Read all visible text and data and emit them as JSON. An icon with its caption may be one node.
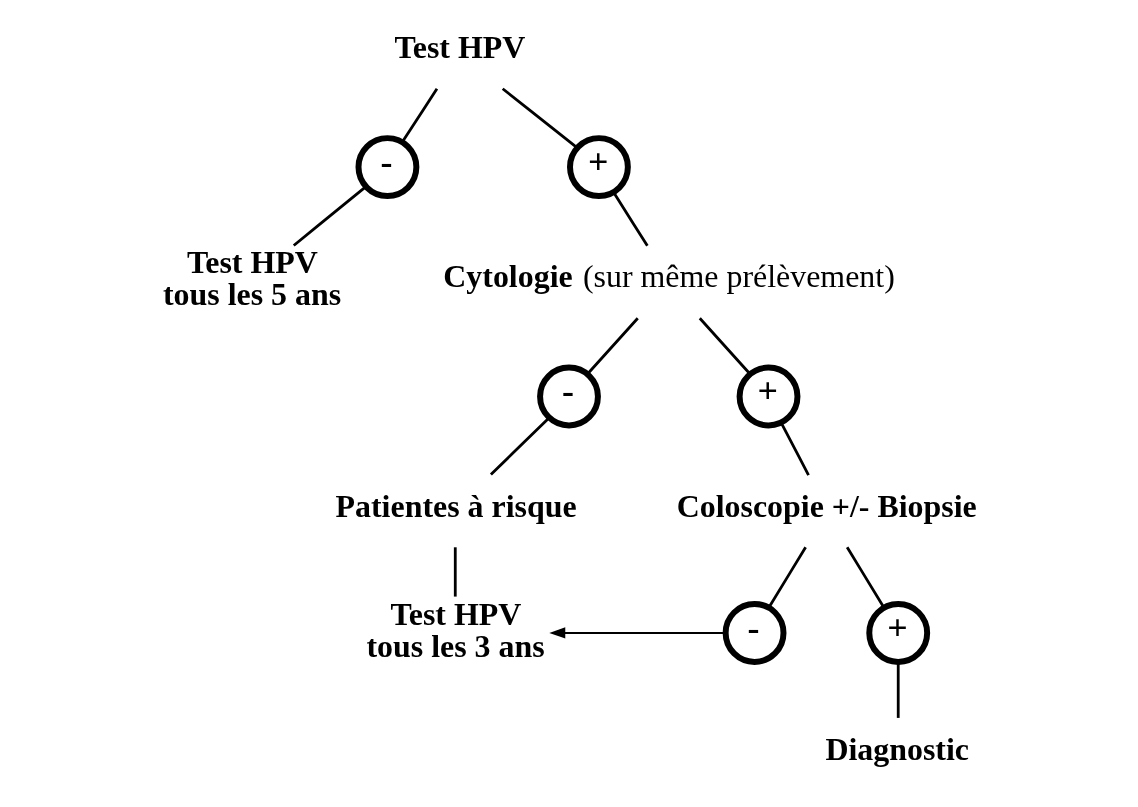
{
  "diagram": {
    "nodes": [
      {
        "text": [
          "Test HPV"
        ]
      },
      {
        "text": [
          "-"
        ]
      },
      {
        "text": [
          "+"
        ]
      },
      {
        "text": [
          "Test HPV tous les 5 ans"
        ]
      },
      {
        "text": [
          "**Cytologie** (sur même prélèvement)"
        ]
      },
      {
        "text": [
          "-"
        ]
      },
      {
        "text": [
          "+"
        ]
      },
      {
        "text": [
          "Patientes à risque"
        ]
      },
      {
        "text": [
          "Coloscopie +/- Biopsie"
        ]
      },
      {
        "text": [
          "Test HPV tous les 3 ans"
        ]
      },
      {
        "text": [
          "-"
        ]
      },
      {
        "text": [
          "+"
        ]
      },
      {
        "text": [
          "Diagnostic"
        ]
      }
    ],
    "edges": [
      {
        "from": 0,
        "to": 1,
        "arrow": "none"
      },
      {
        "from": 0,
        "to": 2,
        "arrow": "none"
      },
      {
        "from": 1,
        "to": 3,
        "arrow": "none"
      },
      {
        "from": 2,
        "to": 4,
        "arrow": "none"
      },
      {
        "from": 4,
        "to": 5,
        "arrow": "none"
      },
      {
        "from": 4,
        "to": 6,
        "arrow": "none"
      },
      {
        "from": 5,
        "to": 7,
        "arrow": "none"
      },
      {
        "from": 6,
        "to": 8,
        "arrow": "none"
      },
      {
        "from": 7,
        "to": 9,
        "arrow": "none"
      },
      {
        "from": 8,
        "to": 10,
        "arrow": "none"
      },
      {
        "from": 8,
        "to": 11,
        "arrow": "none"
      },
      {
        "from": 11,
        "to": 12,
        "arrow": "none"
      },
      {
        "from": 10,
        "to": 9,
        "arrow": "to"
      }
    ]
  }
}
